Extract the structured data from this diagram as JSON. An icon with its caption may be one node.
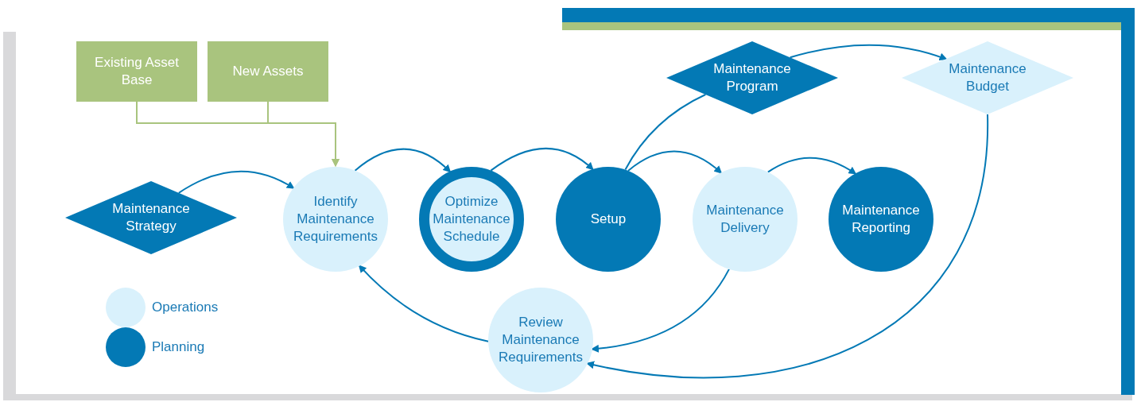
{
  "diagram": {
    "nodes": [
      {
        "text": [
          "Existing Asset Base"
        ]
      },
      {
        "text": [
          "New Assets"
        ]
      },
      {
        "text": [
          "Maintenance Program"
        ]
      },
      {
        "text": [
          "Maintenance Budget"
        ]
      },
      {
        "text": [
          "Maintenance Strategy"
        ]
      },
      {
        "text": [
          "Identify Maintenance Requirements"
        ]
      },
      {
        "text": [
          "Optimize Maintenance Schedule"
        ]
      },
      {
        "text": [
          "Setup"
        ]
      },
      {
        "text": [
          "Maintenance Delivery"
        ]
      },
      {
        "text": [
          "Maintenance Reporting"
        ]
      },
      {
        "text": [
          "Review Maintenance Requirements"
        ]
      }
    ],
    "edges": [
      {
        "from": 0,
        "to": 5,
        "arrow": "to",
        "color": "#a9c47e"
      },
      {
        "from": 1,
        "to": 5,
        "arrow": "to",
        "color": "#a9c47e"
      },
      {
        "from": 4,
        "to": 5,
        "arrow": "to"
      },
      {
        "from": 5,
        "to": 6,
        "arrow": "to"
      },
      {
        "from": 6,
        "to": 7,
        "arrow": "to"
      },
      {
        "from": 7,
        "to": 8,
        "arrow": "to"
      },
      {
        "from": 8,
        "to": 9,
        "arrow": "to"
      },
      {
        "from": 7,
        "to": 2,
        "arrow": "none"
      },
      {
        "from": 2,
        "to": 3,
        "arrow": "to"
      },
      {
        "from": 3,
        "to": 10,
        "arrow": "to"
      },
      {
        "from": 8,
        "to": 10,
        "arrow": "to"
      },
      {
        "from": 10,
        "to": 5,
        "arrow": "to"
      }
    ],
    "legend": [
      {
        "text": "Operations",
        "color": "#d9f1fc"
      },
      {
        "text": "Planning",
        "color": "#0379b5"
      }
    ]
  }
}
